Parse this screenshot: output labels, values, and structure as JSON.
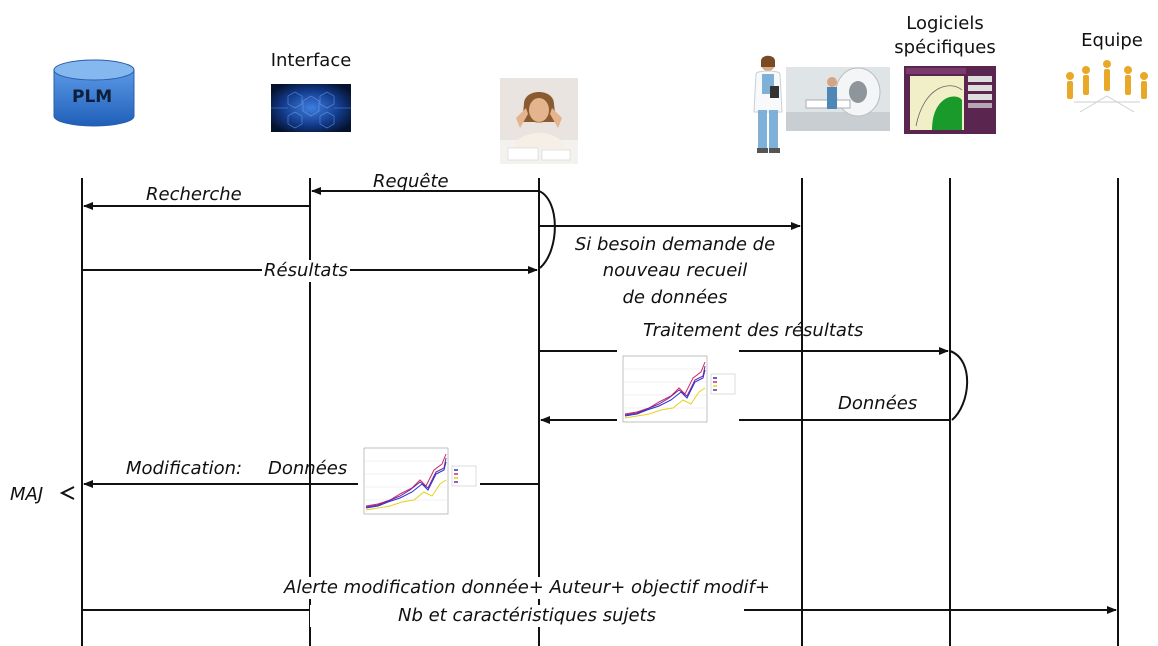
{
  "header": {
    "plm_label": "PLM",
    "interface_label": "Interface",
    "logiciels_label_line1": "Logiciels",
    "logiciels_label_line2": "spécifiques",
    "equipe_label": "Equipe"
  },
  "messages": {
    "recherche": "Recherche",
    "requete": "Requête",
    "resultats": "Résultats",
    "si_besoin_line1": "Si besoin demande de",
    "si_besoin_line2": "nouveau recueil",
    "si_besoin_line3": "de données",
    "traitement": "Traitement des résultats",
    "donnees_right": "Données",
    "modification": "Modification:",
    "donnees_left": "Données",
    "maj": "MAJ",
    "alerte_line1": "Alerte modification donnée+ Auteur+ objectif modif+",
    "alerte_line2": "Nb et caractéristiques sujets"
  },
  "colors": {
    "line": "#111111",
    "plm_db": "#3d7fd4",
    "plm_db_top": "#7fb2ee",
    "chart_series": [
      "#2b2bd6",
      "#cc2a6e",
      "#e6d21a",
      "#6a2b9a"
    ]
  },
  "icons": {
    "database": "database-icon",
    "interface": "circuit-board-icon",
    "user": "stressed-person-icon",
    "doctors": "medical-staff-icon",
    "software": "software-screen-icon",
    "team": "team-network-icon",
    "chart": "line-chart-thumbnail-icon"
  }
}
